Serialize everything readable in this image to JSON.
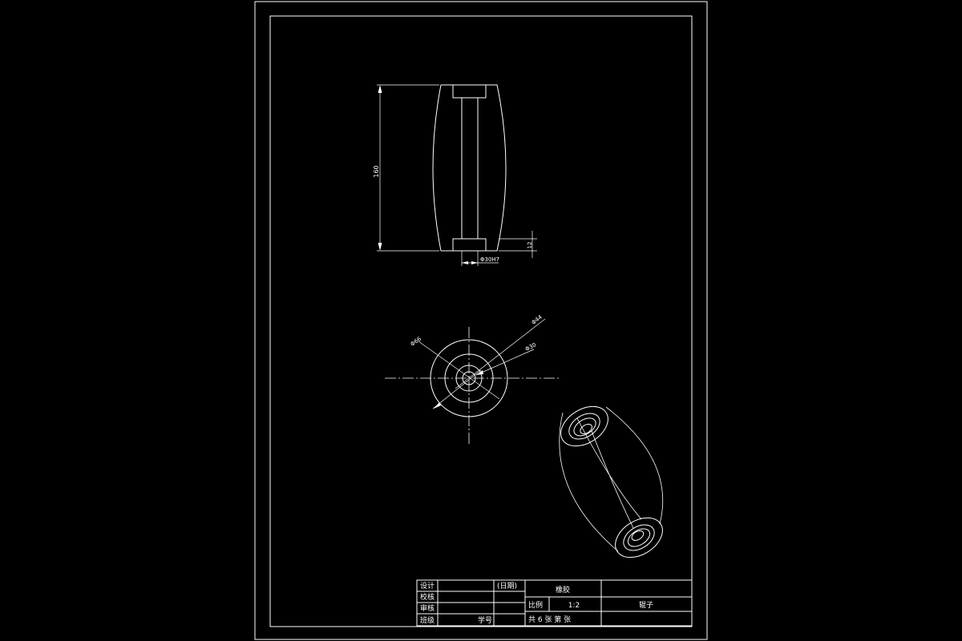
{
  "dimensions": {
    "height": "160",
    "step_height": "12",
    "bore_diameter": "Φ30H7",
    "outer_diameter": "Φ66",
    "step_diameter": "Φ44",
    "inner_diameter": "Φ30"
  },
  "title_block": {
    "design": "设计",
    "check": "校核",
    "review": "审核",
    "class": "班级",
    "date": "(日期)",
    "student_no": "学号",
    "material": "橡胶",
    "scale_label": "比例",
    "scale_value": "1:2",
    "part_name": "辊子",
    "sheets": "共 6  张 第    张"
  }
}
